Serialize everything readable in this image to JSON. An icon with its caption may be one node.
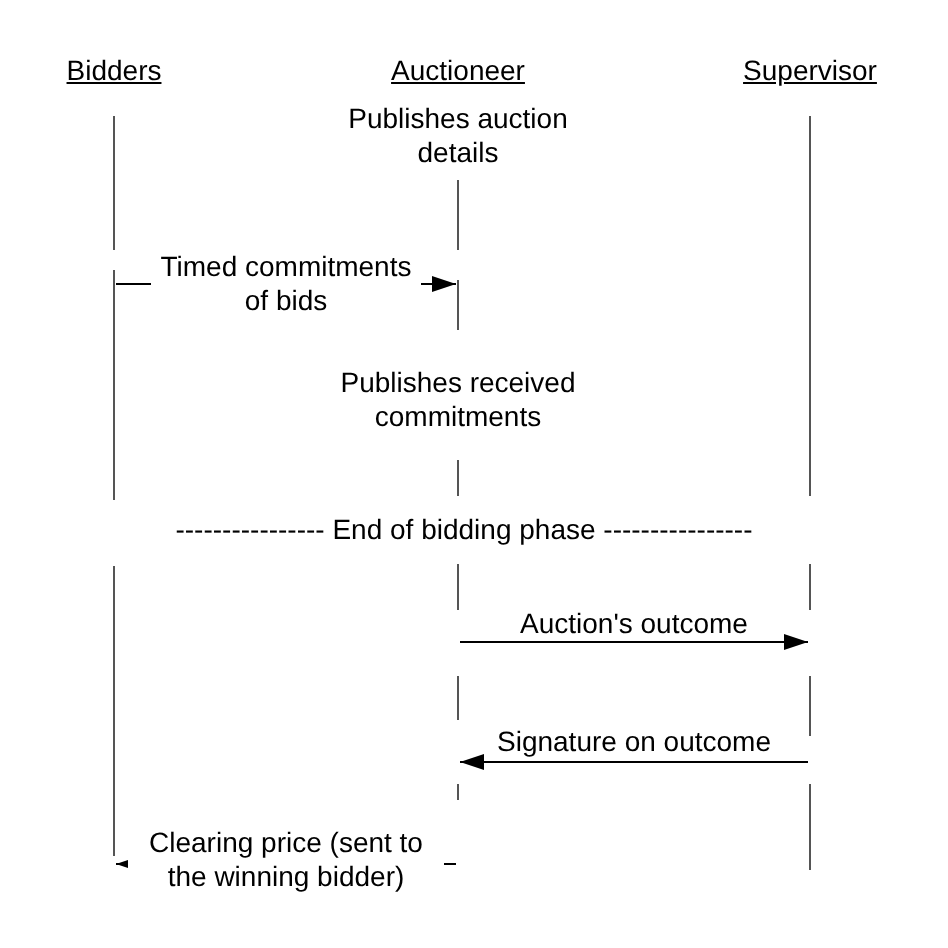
{
  "diagram": {
    "nodes": [
      {
        "text": [
          "Bidders"
        ]
      },
      {
        "text": [
          "Auctioneer"
        ]
      },
      {
        "text": [
          "Supervisor"
        ]
      }
    ],
    "edges": [
      {
        "from": 0,
        "to": 1,
        "arrow": "to",
        "label": "Timed commitments of bids"
      },
      {
        "from": 1,
        "to": 2,
        "arrow": "to",
        "label": "Auction's outcome"
      },
      {
        "from": 2,
        "to": 1,
        "arrow": "to",
        "label": "Signature on outcome"
      },
      {
        "from": 1,
        "to": 0,
        "arrow": "to",
        "label": "Clearing price (sent to the winning bidder)"
      }
    ],
    "labels": [
      "Publishes auction details",
      "Publishes received commitments",
      "---------------- End of bidding phase ----------------"
    ]
  }
}
